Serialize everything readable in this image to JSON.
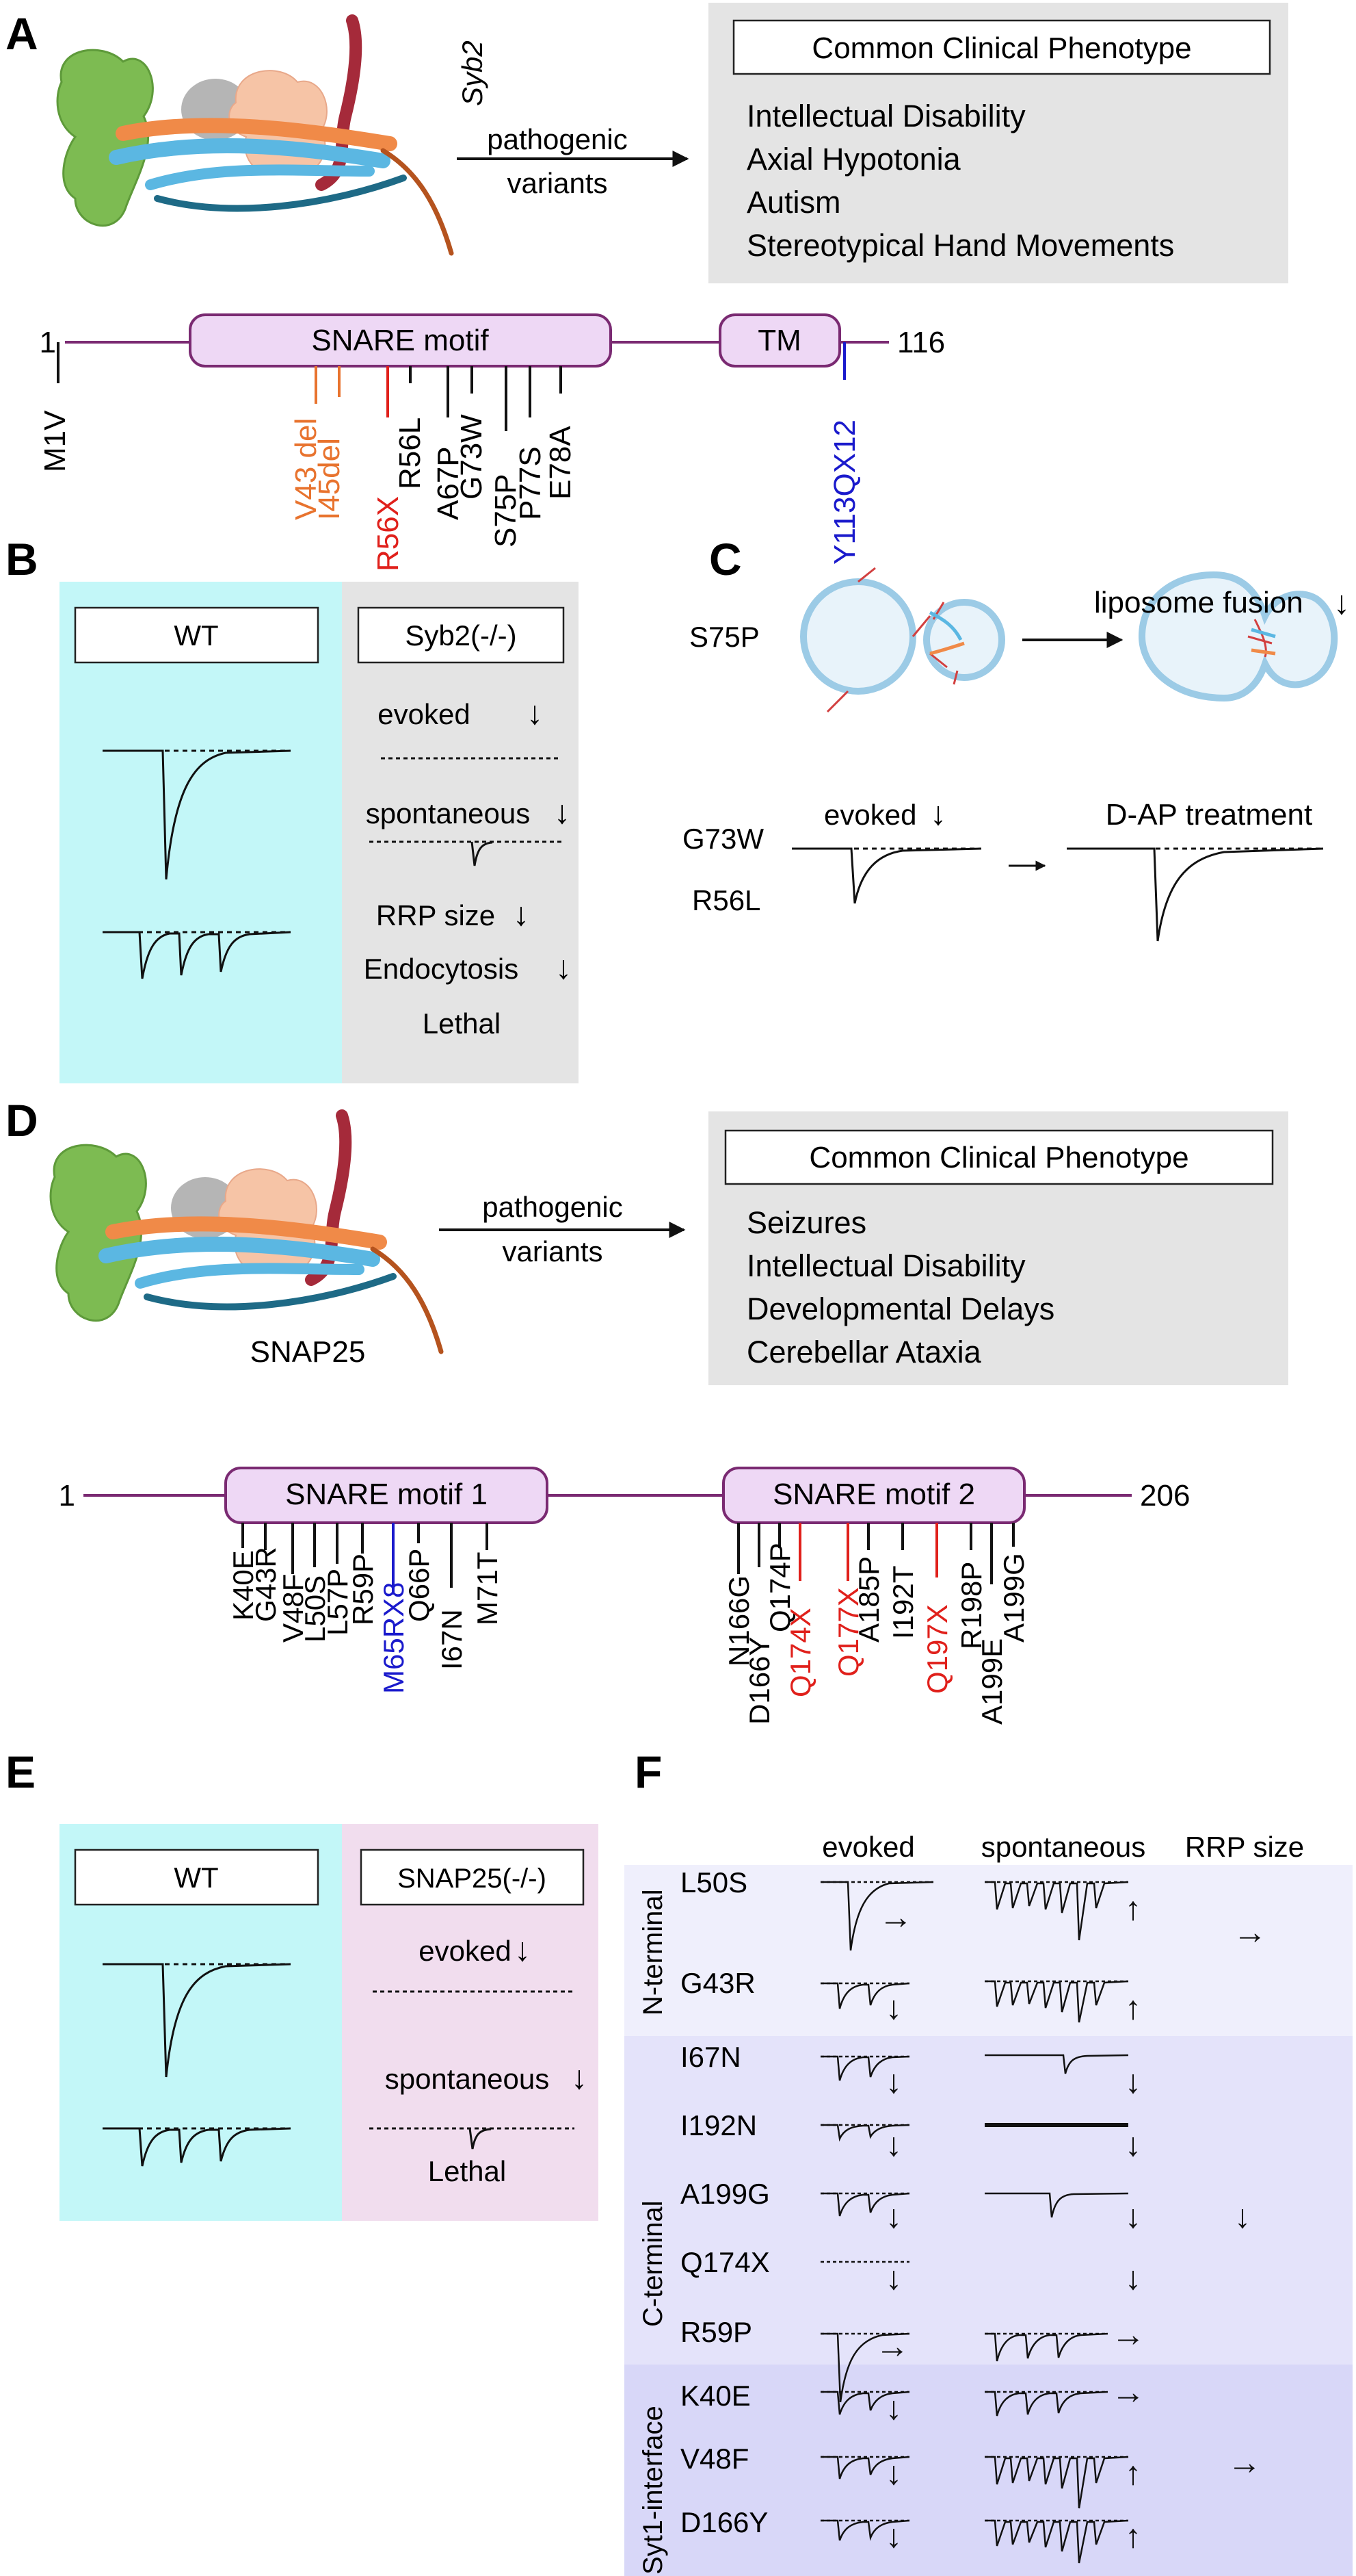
{
  "colors": {
    "orange": "#E8732E",
    "red": "#E0201B",
    "blue": "#1A1ACC",
    "motif_fill": "#EED8F5",
    "motif_stroke": "#7A2A72",
    "cyan_panel": "#C3F7F8",
    "gray_panel": "#E4E4E4",
    "pink_panel": "#F1DDEE",
    "lavender1": "#EFEFFC",
    "lavender2": "#E4E3FA",
    "lavender3": "#D8D7F8"
  },
  "panel_labels": {
    "a": "A",
    "b": "B",
    "c": "C",
    "d": "D",
    "e": "E",
    "f": "F"
  },
  "panelA": {
    "protein_label": "Syb2",
    "arrow_label_1": "pathogenic",
    "arrow_label_2": "variants",
    "phenotype_title": "Common Clinical Phenotype",
    "phenotypes": [
      "Intellectual Disability",
      "Axial Hypotonia",
      "Autism",
      "Stereotypical Hand Movements"
    ],
    "domain_start": "1",
    "domain_end": "116",
    "motif": "SNARE motif",
    "tm": "TM",
    "variants": {
      "m1v": "M1V",
      "v43": "V43 del",
      "i45": "I45del",
      "r56x": "R56X",
      "r56l": "R56L",
      "a67p": "A67P",
      "g73w": "G73W",
      "s75p": "S75P",
      "p77s": "P77S",
      "e78a": "E78A",
      "y113": "Y113QX12"
    }
  },
  "panelB": {
    "wt": "WT",
    "ko": "Syb2(-/-)",
    "evoked": "evoked",
    "spontaneous": "spontaneous",
    "rrp": "RRP size",
    "endo": "Endocytosis",
    "lethal": "Lethal"
  },
  "panelC": {
    "s75p": "S75P",
    "liposome": "liposome fusion",
    "g73w": "G73W",
    "r56l": "R56L",
    "evoked": "evoked",
    "dap": "D-AP treatment"
  },
  "panelD": {
    "protein_label": "SNAP25",
    "arrow_label_1": "pathogenic",
    "arrow_label_2": "variants",
    "phenotype_title": "Common Clinical Phenotype",
    "phenotypes": [
      "Seizures",
      "Intellectual Disability",
      "Developmental Delays",
      "Cerebellar Ataxia"
    ],
    "domain_start": "1",
    "domain_end": "206",
    "motif1": "SNARE motif 1",
    "motif2": "SNARE motif 2",
    "variants1": {
      "k40e": "K40E",
      "g43r": "G43R",
      "v48f": "V48F",
      "l50s": "L50S",
      "l57p": "L57P",
      "r59p": "R59P",
      "m65": "M65RX8",
      "q66p": "Q66P",
      "i67n": "I67N",
      "m71t": "M71T"
    },
    "variants2": {
      "n166g": "N166G",
      "d166y": "D166Y",
      "q174p": "Q174P",
      "q174x": "Q174X",
      "q177x": "Q177X",
      "a185p": "A185P",
      "i192t": "I192T",
      "q197x": "Q197X",
      "r198p": "R198P",
      "a199e": "A199E",
      "a199g": "A199G"
    }
  },
  "panelE": {
    "wt": "WT",
    "ko": "SNAP25(-/-)",
    "evoked": "evoked",
    "spontaneous": "spontaneous",
    "lethal": "Lethal"
  },
  "panelF": {
    "col_evoked": "evoked",
    "col_spont": "spontaneous",
    "col_rrp": "RRP size",
    "group_n": "N-terminal",
    "group_c": "C-terminal",
    "group_s": "Syt1-interface",
    "rows": [
      "L50S",
      "G43R",
      "I67N",
      "I192N",
      "A199G",
      "Q174X",
      "R59P",
      "K40E",
      "V48F",
      "D166Y"
    ]
  }
}
